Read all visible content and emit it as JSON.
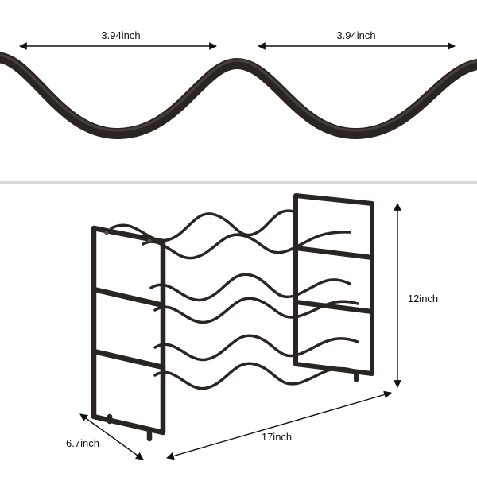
{
  "top_panel": {
    "dim_left": "3.94inch",
    "dim_right": "3.94inch"
  },
  "bottom_panel": {
    "dim_height": "12inch",
    "dim_width": "17inch",
    "dim_depth": "6.7inch"
  },
  "colors": {
    "metal": "#2a2523",
    "metal_highlight": "#5a524e",
    "divider": "#d9d9d9",
    "arrow": "#111111"
  }
}
